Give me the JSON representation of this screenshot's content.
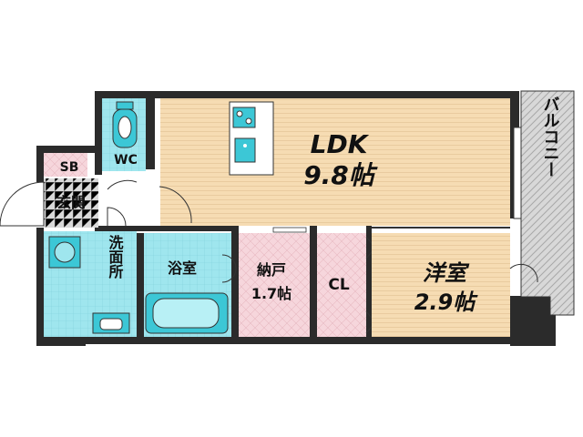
{
  "rooms": {
    "ldk_name": "LDK",
    "ldk_size": "9.8帖",
    "balcony": "バルコニー",
    "wc": "WC",
    "sb": "SB",
    "entrance": "玄関",
    "washroom": "洗面所",
    "bath": "浴室",
    "storage_name": "納戸",
    "storage_size": "1.7帖",
    "closet": "CL",
    "western_name": "洋室",
    "western_size": "2.9帖"
  },
  "colors": {
    "wood_floor": "#f6dcb3",
    "wet_area": "#9fe6ee",
    "fixture": "#3cc7d6",
    "storage_pink": "#f6d6dc",
    "balcony_grey": "#d8d8d8",
    "wall": "#2b2b2b"
  }
}
